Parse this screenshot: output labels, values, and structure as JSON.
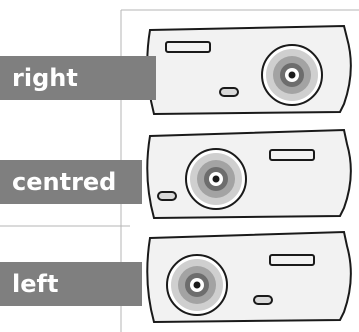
{
  "labels": {
    "right": "right",
    "centred": "centred",
    "left": "left"
  },
  "projectors": [
    {
      "name": "right",
      "lens_position": "right"
    },
    {
      "name": "centred",
      "lens_position": "centred"
    },
    {
      "name": "left",
      "lens_position": "left"
    }
  ],
  "colors": {
    "label_background": "#7f7f7f",
    "label_text": "#ffffff",
    "body_fill": "#f2f2f2",
    "outline": "#1a1a1a",
    "lens_outer": "#cfcfcf",
    "lens_mid": "#a3a3a3",
    "lens_inner": "#6d6d6d"
  }
}
